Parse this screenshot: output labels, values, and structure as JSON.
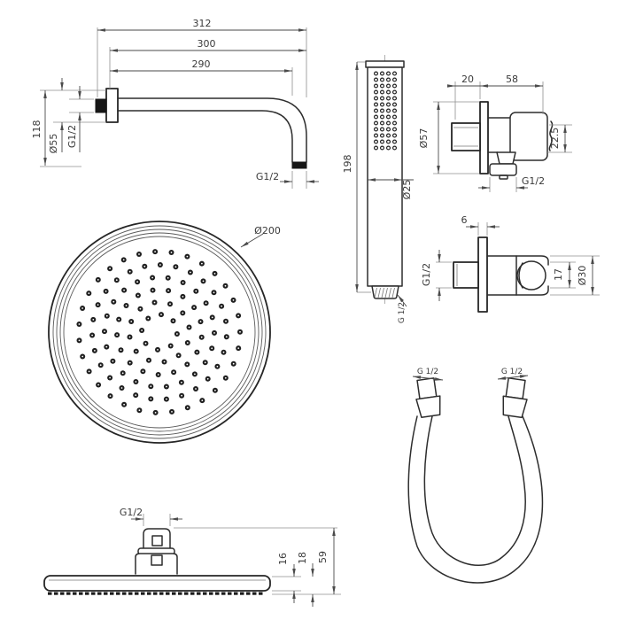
{
  "drawing": {
    "kind": "shower-set-technical-diagram",
    "colors": {
      "line": "#2d2d2d",
      "dimension": "#4a4a4a",
      "text": "#3a3a3a",
      "background": "#ffffff",
      "solid_fill": "#161616"
    },
    "dims": {
      "shower_arm": {
        "length_overall": "312",
        "length_mid": "300",
        "length_inner": "290",
        "drop_height": "118",
        "flange_diameter": "Ø55",
        "wall_thread": "G1/2",
        "outlet_thread": "G1/2"
      },
      "hand_shower": {
        "length": "198",
        "diameter": "Ø25",
        "thread": "G 1/2"
      },
      "elbow_front": {
        "offset_depth": "20",
        "body_width": "58",
        "plate_diameter": "Ø57",
        "outlet_drop": "22.5",
        "outlet_thread": "G1/2"
      },
      "elbow_side": {
        "plate_thickness": "6",
        "inlet_thread": "G1/2",
        "holder_opening": "17",
        "holder_diameter": "Ø30"
      },
      "head_face": {
        "diameter": "Ø200"
      },
      "head_side": {
        "inlet_thread": "G1/2",
        "body_thickness": "16",
        "total_thickness": "18",
        "height": "59"
      },
      "hose": {
        "thread_left": "G 1/2",
        "thread_right": "G 1/2"
      }
    }
  }
}
